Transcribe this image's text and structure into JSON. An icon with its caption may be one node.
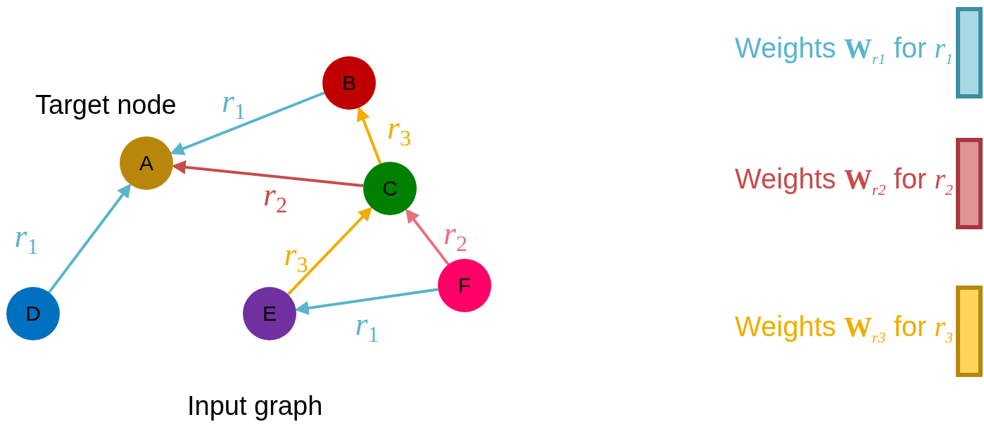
{
  "diagram": {
    "caption": "Input graph",
    "nodes": [
      {
        "text": [
          "A"
        ],
        "beside": [
          "Target node"
        ]
      },
      {
        "text": [
          "B"
        ]
      },
      {
        "text": [
          "C"
        ]
      },
      {
        "text": [
          "D"
        ]
      },
      {
        "text": [
          "E"
        ]
      },
      {
        "text": [
          "F"
        ]
      },
      {
        "text": [],
        "shape": "box",
        "beside": [
          "Weights **W**$_{r1}$ for *r*$_{1}$"
        ]
      },
      {
        "text": [],
        "shape": "box",
        "beside": [
          "Weights **W**$_{r2}$ for *r*$_{2}$"
        ]
      },
      {
        "text": [],
        "shape": "box",
        "beside": [
          "Weights **W**$_{r3}$ for *r*$_{3}$"
        ]
      }
    ],
    "edges": [
      {
        "from": 1,
        "to": 0,
        "arrow": "to",
        "label": "*r*$_{1}$"
      },
      {
        "from": 2,
        "to": 0,
        "arrow": "to",
        "label": "*r*$_{2}$",
        "color": "#c84b4b"
      },
      {
        "from": 3,
        "to": 0,
        "arrow": "to",
        "label": "*r*$_{1}$"
      },
      {
        "from": 2,
        "to": 1,
        "arrow": "to",
        "label": "*r*$_{3}$",
        "color": "#f0ad00"
      },
      {
        "from": 4,
        "to": 2,
        "arrow": "to",
        "label": "*r*$_{3}$",
        "color": "#f0ad00"
      },
      {
        "from": 5,
        "to": 2,
        "arrow": "to",
        "label": "*r*$_{2}$",
        "color": "#e8707f"
      },
      {
        "from": 5,
        "to": 4,
        "arrow": "to",
        "label": "*r*$_{1}$"
      }
    ]
  }
}
